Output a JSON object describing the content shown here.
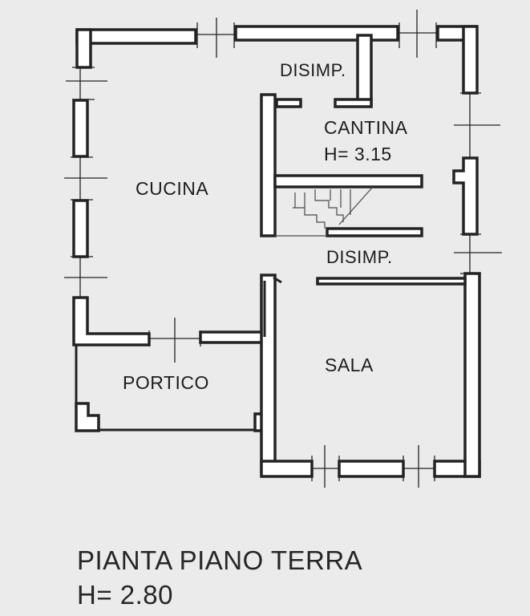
{
  "plan": {
    "rooms": {
      "disimp_top": "DISIMP.",
      "cantina_name": "CANTINA",
      "cantina_height": "H= 3.15",
      "cucina": "CUCINA",
      "disimp_bottom": "DISIMP.",
      "sala": "SALA",
      "portico": "PORTICO"
    },
    "title": "PIANTA PIANO TERRA",
    "height": "H= 2.80"
  },
  "colors": {
    "background": "#ebebeb",
    "wall": "#232323",
    "wall_fill": "#ffffff",
    "text": "#1d1d1d"
  }
}
